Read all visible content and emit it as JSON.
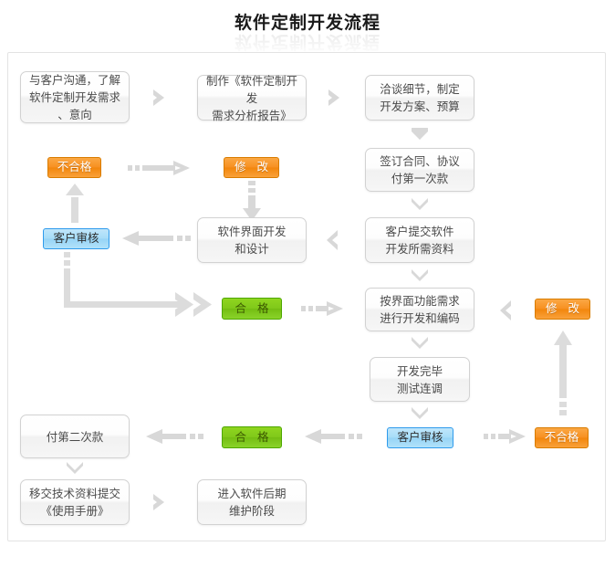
{
  "title": "软件定制开发流程",
  "colors": {
    "orange_fill": "#f79020",
    "orange_border": "#d97c00",
    "green_fill": "#80c81a",
    "green_border": "#4ea700",
    "blue_fill": "#a6dcf8",
    "blue_border": "#2f9bec",
    "box_border": "#d2d2d2",
    "arrow_gray": "#d8d8d8",
    "frame_border": "#e3e3e3",
    "text": "#4a4a4a"
  },
  "nodes": {
    "n1": "与客户沟通，了解软件定制开发需求、意向",
    "n1_lines": [
      "与客户沟通，了解",
      "软件定制开发需求",
      "、意向"
    ],
    "n2_lines": [
      "制作《软件定制开发",
      "需求分析报告》"
    ],
    "n3_lines": [
      "洽谈细节，制定",
      "开发方案、预算"
    ],
    "n4_lines": [
      "签订合同、协议",
      "付第一次款"
    ],
    "n5_lines": [
      "客户提交软件",
      "开发所需资料"
    ],
    "n6_lines": [
      "软件界面开发",
      "和设计"
    ],
    "n7_lines": [
      "按界面功能需求",
      "进行开发和编码"
    ],
    "n8_lines": [
      "开发完毕",
      "测试连调"
    ],
    "n9_lines": [
      "付第二次款"
    ],
    "n10_lines": [
      "移交技术资料提交",
      "《使用手册》"
    ],
    "n11_lines": [
      "进入软件后期",
      "维护阶段"
    ]
  },
  "badges": {
    "fail_top": "不合格",
    "modify_top": "修 改",
    "review_left": "客户审核",
    "pass_mid": "合 格",
    "modify_right": "修 改",
    "pass_bottom": "合 格",
    "review_bottom": "客户审核",
    "fail_bottom": "不合格"
  },
  "icons": {
    "chevron_right": "chevron-right-arrow-icon",
    "chevron_down": "chevron-down-arrow-icon",
    "chevron_left": "chevron-left-arrow-icon",
    "dashed_right": "dashed-right-arrow-icon",
    "dashed_left": "dashed-left-arrow-icon",
    "dashed_up": "dashed-up-arrow-icon",
    "dashed_down": "dashed-down-arrow-icon",
    "elbow_right": "elbow-right-arrow-icon",
    "solid_up": "solid-up-arrow-icon"
  }
}
